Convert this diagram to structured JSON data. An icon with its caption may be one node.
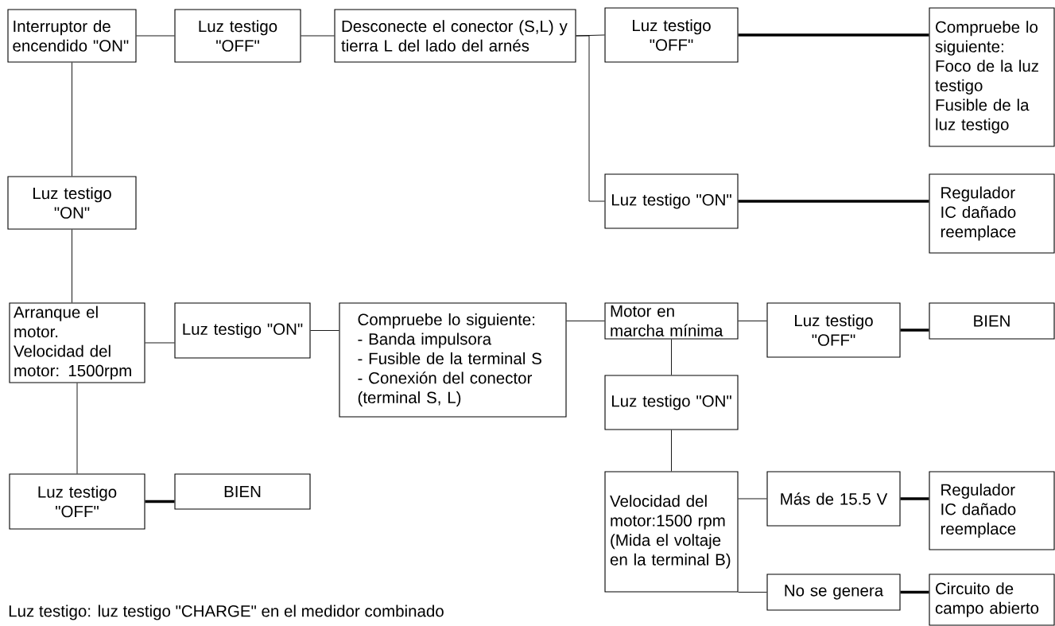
{
  "diagram": {
    "nodes": [
      {
        "text": [
          "Interruptor de encendido \"ON\""
        ]
      },
      {
        "text": [
          "Luz testigo \"OFF\""
        ]
      },
      {
        "text": [
          "Desconecte el conector (S,L) y tierra L del lado del arnés"
        ]
      },
      {
        "text": [
          "Luz testigo \"OFF\""
        ]
      },
      {
        "text": [
          "Compruebe lo siguiente:",
          "Foco de la luz testigo",
          "Fusible de la luz testigo"
        ]
      },
      {
        "text": [
          "Luz testigo \"ON\""
        ]
      },
      {
        "text": [
          "Luz testigo \"ON\""
        ]
      },
      {
        "text": [
          "Regulador IC dañado reemplace"
        ]
      },
      {
        "text": [
          "Arranque el motor.",
          "Velocidad del motor: 1500rpm"
        ]
      },
      {
        "text": [
          "Luz testigo \"ON\""
        ]
      },
      {
        "text": [
          "Compruebe lo siguiente:",
          "- Banda impulsora",
          "- Fusible de la terminal S",
          "- Conexión del conector (terminal S, L)"
        ]
      },
      {
        "text": [
          "Motor en marcha mínima"
        ]
      },
      {
        "text": [
          "Luz testigo \"OFF\""
        ]
      },
      {
        "text": [
          "BIEN"
        ]
      },
      {
        "text": [
          "Luz testigo \"ON\""
        ]
      },
      {
        "text": [
          "Luz testigo \"OFF\""
        ]
      },
      {
        "text": [
          "BIEN"
        ]
      },
      {
        "text": [
          "Velocidad del motor:1500 rpm",
          "(Mida el voltaje en la terminal B)"
        ]
      },
      {
        "text": [
          "Más de 15.5 V"
        ]
      },
      {
        "text": [
          "Regulador IC dañado reemplace"
        ]
      },
      {
        "text": [
          "No se genera"
        ]
      },
      {
        "text": [
          "Circuito de campo abierto"
        ]
      }
    ],
    "edges": [
      {
        "from": 0,
        "to": 1,
        "arrow": "none"
      },
      {
        "from": 1,
        "to": 2,
        "arrow": "none"
      },
      {
        "from": 2,
        "to": 3,
        "arrow": "none"
      },
      {
        "from": 2,
        "to": 6,
        "arrow": "none"
      },
      {
        "from": 3,
        "to": 4,
        "arrow": "none",
        "style": "thick"
      },
      {
        "from": 6,
        "to": 7,
        "arrow": "none",
        "style": "thick"
      },
      {
        "from": 0,
        "to": 5,
        "arrow": "none"
      },
      {
        "from": 5,
        "to": 8,
        "arrow": "none"
      },
      {
        "from": 8,
        "to": 9,
        "arrow": "none"
      },
      {
        "from": 9,
        "to": 10,
        "arrow": "none"
      },
      {
        "from": 10,
        "to": 11,
        "arrow": "none"
      },
      {
        "from": 11,
        "to": 12,
        "arrow": "none"
      },
      {
        "from": 12,
        "to": 13,
        "arrow": "none",
        "style": "thick"
      },
      {
        "from": 11,
        "to": 14,
        "arrow": "none"
      },
      {
        "from": 14,
        "to": 17,
        "arrow": "none"
      },
      {
        "from": 8,
        "to": 15,
        "arrow": "none"
      },
      {
        "from": 15,
        "to": 16,
        "arrow": "none",
        "style": "thick"
      },
      {
        "from": 17,
        "to": 18,
        "arrow": "none"
      },
      {
        "from": 17,
        "to": 20,
        "arrow": "none"
      },
      {
        "from": 18,
        "to": 19,
        "arrow": "none",
        "style": "thick"
      },
      {
        "from": 20,
        "to": 21,
        "arrow": "none",
        "style": "thick"
      }
    ],
    "labels": [
      "Luz testigo: luz testigo \"CHARGE\" en el medidor combinado"
    ]
  }
}
